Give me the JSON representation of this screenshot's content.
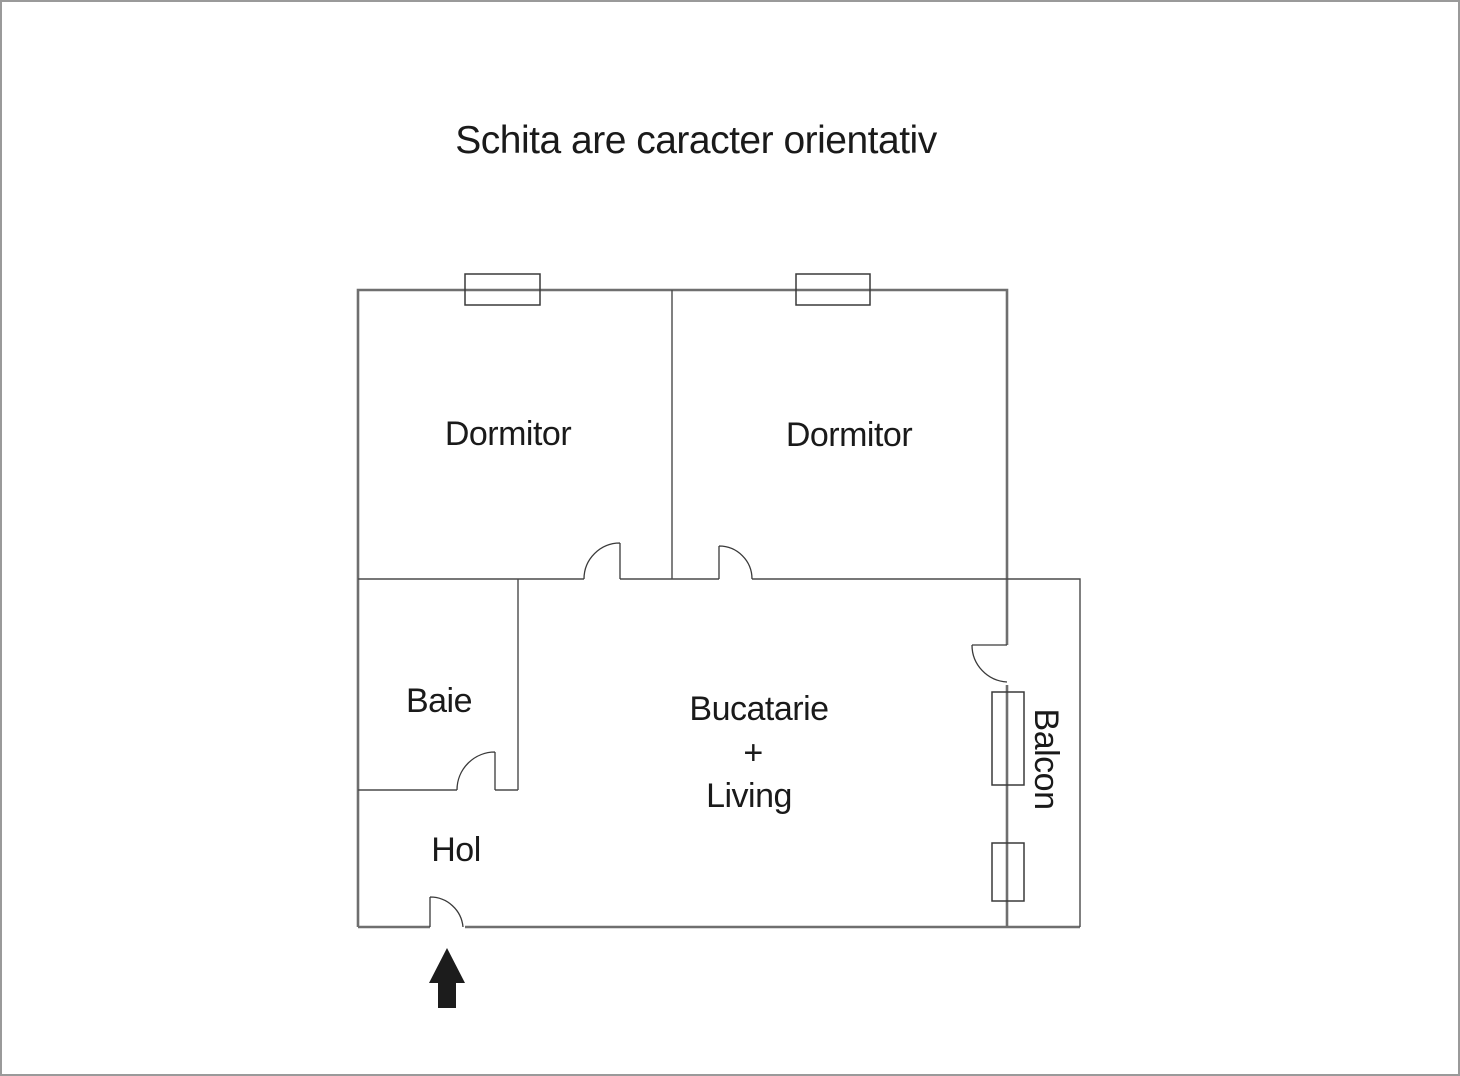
{
  "title": "Schita are caracter orientativ",
  "rooms": {
    "dormitor_1": {
      "label": "Dormitor"
    },
    "dormitor_2": {
      "label": "Dormitor"
    },
    "baie": {
      "label": "Baie"
    },
    "bucatarie_living": {
      "lines": [
        "Bucatarie",
        "+",
        "Living"
      ]
    },
    "hol": {
      "label": "Hol"
    },
    "balcon": {
      "label": "Balcon"
    }
  },
  "icons": {
    "entrance_arrow": "up-arrow"
  },
  "colors": {
    "bg_color": "#ffffff",
    "border_color": "#9a9a9a",
    "wall_color": "#6f6f6f",
    "partition_color": "#4a4a4a",
    "detail_color": "#3a3a3a",
    "text_color": "#1a1a1a",
    "arrow_color": "#1c1c1c"
  }
}
